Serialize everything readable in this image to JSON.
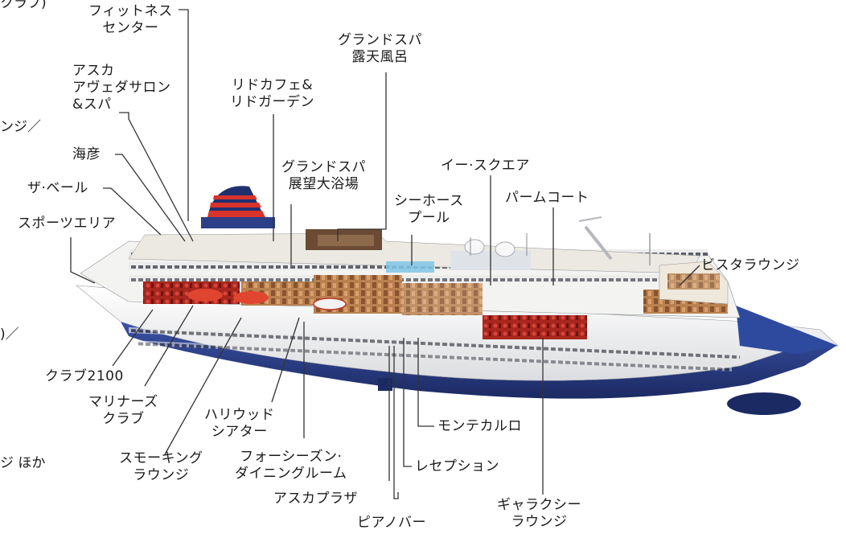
{
  "labels": {
    "fitness": [
      "フィットネス",
      "センター"
    ],
    "asuka_salon": [
      "アスカ",
      "アヴェダサロン",
      "&スパ"
    ],
    "umihiko": [
      "海彦"
    ],
    "the_bell": [
      "ザ·ベール"
    ],
    "sports": [
      "スポーツエリア"
    ],
    "lido": [
      "リドカフェ&",
      "リドガーデン"
    ],
    "grand_spa_open": [
      "グランドスパ",
      "露天風呂"
    ],
    "grand_spa_bath": [
      "グランドスパ",
      "展望大浴場"
    ],
    "seahorse": [
      "シーホース",
      "プール"
    ],
    "esquare": [
      "イー·スクエア"
    ],
    "palm": [
      "パームコート"
    ],
    "vista": [
      "ビスタラウンジ"
    ],
    "club2100": [
      "クラブ2100"
    ],
    "mariners": [
      "マリナーズ",
      "クラブ"
    ],
    "smoking": [
      "スモーキング",
      "ラウンジ"
    ],
    "hollywood": [
      "ハリウッド",
      "シアター"
    ],
    "four_seasons": [
      "フォーシーズン·",
      "ダイニングルーム"
    ],
    "asuka_plaza": [
      "アスカプラザ"
    ],
    "piano_bar": [
      "ピアノバー"
    ],
    "monte_carlo": [
      "モンテカルロ"
    ],
    "reception": [
      "レセプション"
    ],
    "galaxy": [
      "ギャラクシー",
      "ラウンジ"
    ]
  },
  "edge_fragments": {
    "top_left": "クラブ)",
    "mid_left": "ンジ／",
    "low_left": ")／",
    "bottom_left": "ジ ほか"
  },
  "colors": {
    "hull_blue": "#2b3f86",
    "hull_white": "#f4f4f2",
    "funnel_stripe": "#d8342b",
    "leader_line": "#333333"
  }
}
